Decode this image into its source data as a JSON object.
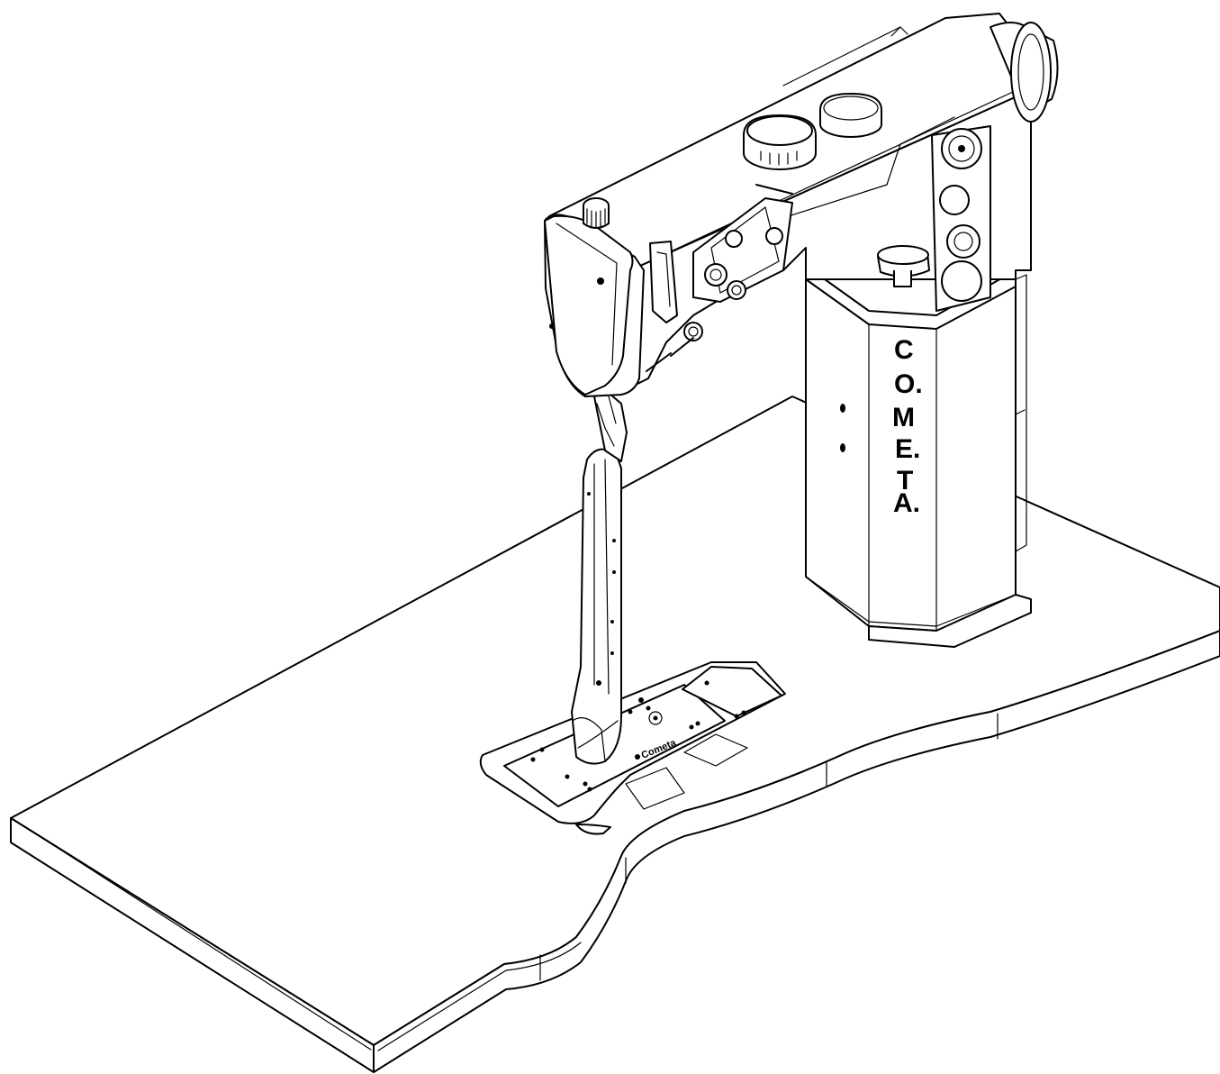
{
  "brand": {
    "letters": [
      "C",
      "O.",
      "M",
      "E.",
      "T",
      "A."
    ]
  },
  "bed_plate": {
    "logo_text": "Cometa"
  },
  "colors": {
    "line": "#000000",
    "fill": "#ffffff"
  }
}
